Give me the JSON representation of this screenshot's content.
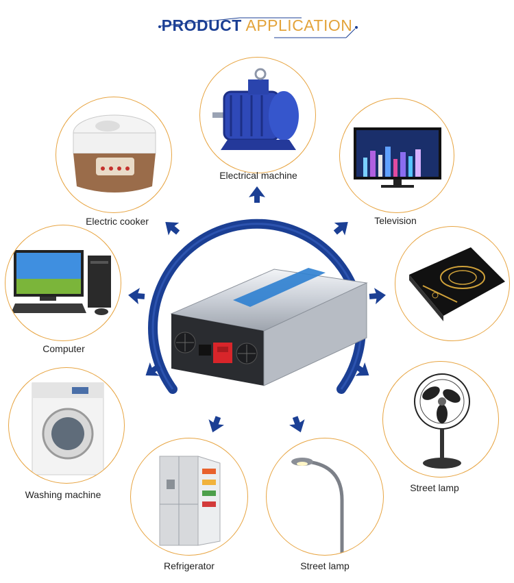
{
  "title": {
    "bold": "PRODUCT",
    "light": "APPLICATION"
  },
  "colors": {
    "accent_blue": "#1b3f94",
    "accent_orange": "#e3a33a",
    "circle_border": "#e7a441"
  },
  "items": [
    {
      "id": "electrical-machine",
      "label": "Electrical machine",
      "icon": "electric-motor-icon"
    },
    {
      "id": "electric-cooker",
      "label": "Electric cooker",
      "icon": "rice-cooker-icon"
    },
    {
      "id": "television",
      "label": "Television",
      "icon": "tv-icon"
    },
    {
      "id": "computer",
      "label": "Computer",
      "icon": "desktop-computer-icon"
    },
    {
      "id": "induction-cooker",
      "label": "",
      "icon": "induction-cooker-icon"
    },
    {
      "id": "washing-machine",
      "label": "Washing machine",
      "icon": "washing-machine-icon"
    },
    {
      "id": "fan",
      "label": "Street lamp",
      "icon": "stand-fan-icon"
    },
    {
      "id": "refrigerator",
      "label": "Refrigerator",
      "icon": "refrigerator-icon"
    },
    {
      "id": "street-lamp",
      "label": "Street lamp",
      "icon": "street-lamp-icon"
    }
  ]
}
